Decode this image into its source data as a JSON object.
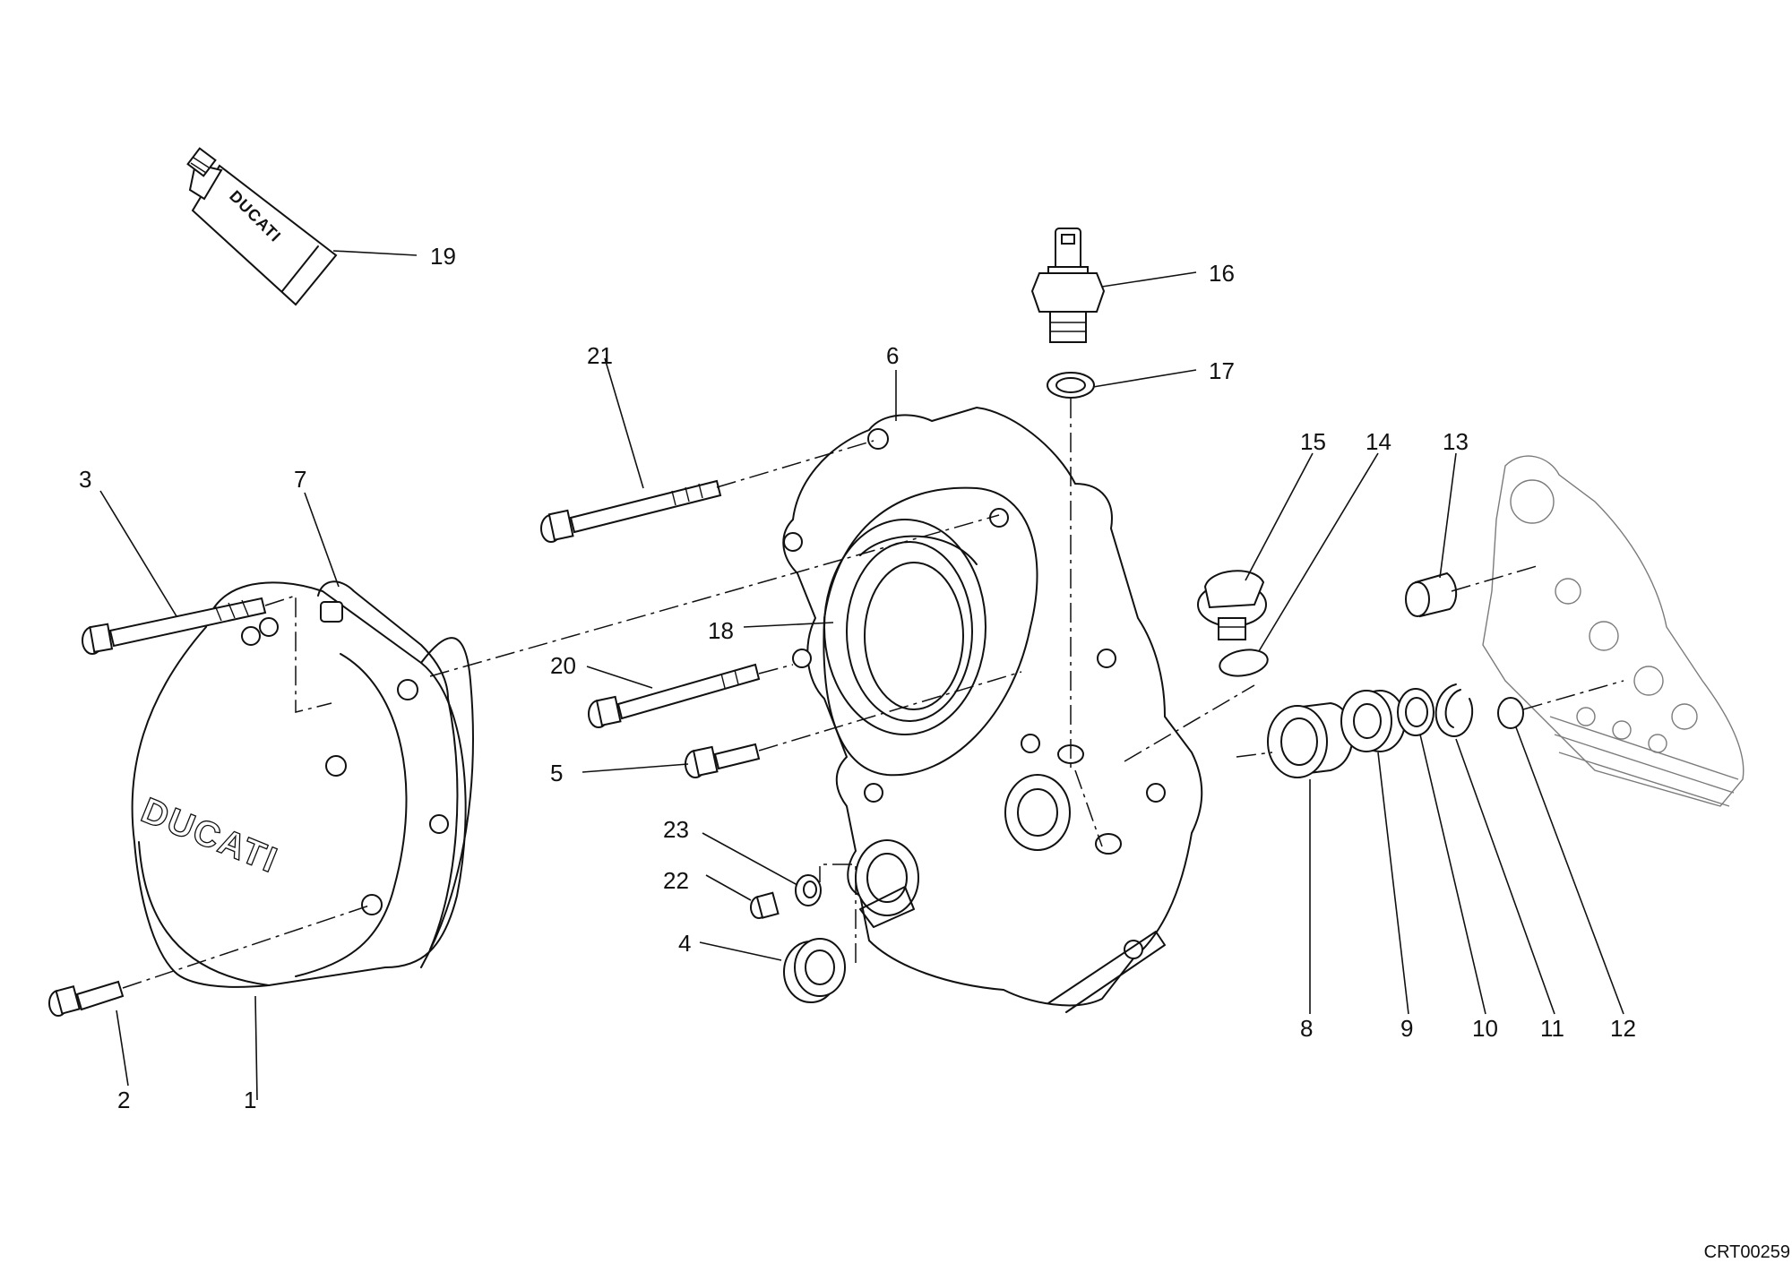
{
  "diagram": {
    "drawing_code": "CRT00259",
    "brand_marks": {
      "cover_text": "DUCATI",
      "tube_text": "DUCATI"
    },
    "callouts": [
      {
        "id": "1",
        "label": "1"
      },
      {
        "id": "2",
        "label": "2"
      },
      {
        "id": "3",
        "label": "3"
      },
      {
        "id": "4",
        "label": "4"
      },
      {
        "id": "5",
        "label": "5"
      },
      {
        "id": "6",
        "label": "6"
      },
      {
        "id": "7",
        "label": "7"
      },
      {
        "id": "8",
        "label": "8"
      },
      {
        "id": "9",
        "label": "9"
      },
      {
        "id": "10",
        "label": "10"
      },
      {
        "id": "11",
        "label": "11"
      },
      {
        "id": "12",
        "label": "12"
      },
      {
        "id": "13",
        "label": "13"
      },
      {
        "id": "14",
        "label": "14"
      },
      {
        "id": "15",
        "label": "15"
      },
      {
        "id": "16",
        "label": "16"
      },
      {
        "id": "17",
        "label": "17"
      },
      {
        "id": "18",
        "label": "18"
      },
      {
        "id": "19",
        "label": "19"
      },
      {
        "id": "20",
        "label": "20"
      },
      {
        "id": "21",
        "label": "21"
      },
      {
        "id": "22",
        "label": "22"
      },
      {
        "id": "23",
        "label": "23"
      }
    ]
  }
}
